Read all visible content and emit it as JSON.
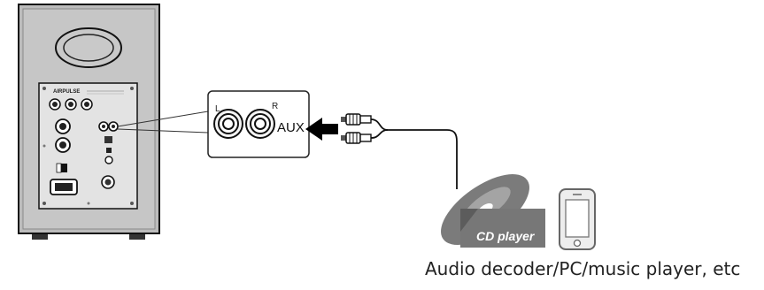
{
  "speaker": {
    "brand": "AIRPULSE"
  },
  "connector": {
    "left_label": "L",
    "right_label": "R",
    "input_label": "AUX"
  },
  "source_devices": {
    "cd_label": "CD player"
  },
  "caption": "Audio decoder/PC/music player, etc",
  "colors": {
    "cabinet": "#bfbfbf",
    "panel": "#e2e2e2",
    "outline": "#111111",
    "arrow": "#000000",
    "disc": "#7a7a7a"
  }
}
